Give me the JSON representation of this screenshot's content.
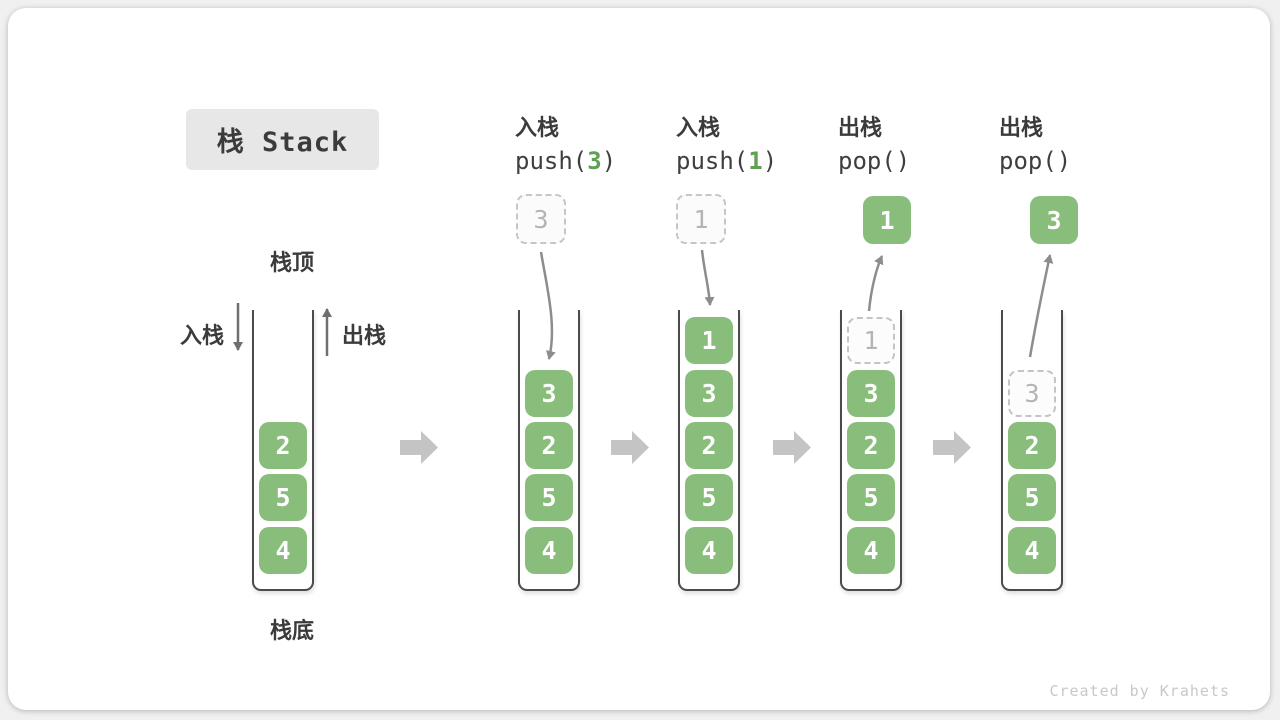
{
  "title": {
    "label": "栈 Stack"
  },
  "side_labels": {
    "stack_top": "栈顶",
    "stack_bottom": "栈底",
    "push_side": "入栈",
    "pop_side": "出栈"
  },
  "operations": [
    {
      "line1": "入栈",
      "code_pre": "push(",
      "code_value": "3",
      "code_post": ")"
    },
    {
      "line1": "入栈",
      "code_pre": "push(",
      "code_value": "1",
      "code_post": ")"
    },
    {
      "line1": "出栈",
      "code_pre": "pop(",
      "code_value": "",
      "code_post": ")"
    },
    {
      "line1": "出栈",
      "code_pre": "pop(",
      "code_value": "",
      "code_post": ")"
    }
  ],
  "stacks": [
    {
      "name": "state-initial",
      "cells": [
        {
          "value": "2",
          "style": "solid"
        },
        {
          "value": "5",
          "style": "solid"
        },
        {
          "value": "4",
          "style": "solid"
        }
      ]
    },
    {
      "name": "state-after-push-3",
      "float": {
        "value": "3",
        "style": "ghost"
      },
      "cells": [
        {
          "value": "3",
          "style": "solid"
        },
        {
          "value": "2",
          "style": "solid"
        },
        {
          "value": "5",
          "style": "solid"
        },
        {
          "value": "4",
          "style": "solid"
        }
      ]
    },
    {
      "name": "state-after-push-1",
      "float": {
        "value": "1",
        "style": "ghost"
      },
      "cells": [
        {
          "value": "1",
          "style": "solid"
        },
        {
          "value": "3",
          "style": "solid"
        },
        {
          "value": "2",
          "style": "solid"
        },
        {
          "value": "5",
          "style": "solid"
        },
        {
          "value": "4",
          "style": "solid"
        }
      ]
    },
    {
      "name": "state-after-pop-1",
      "float": {
        "value": "1",
        "style": "solid"
      },
      "cells": [
        {
          "value": "1",
          "style": "ghost"
        },
        {
          "value": "3",
          "style": "solid"
        },
        {
          "value": "2",
          "style": "solid"
        },
        {
          "value": "5",
          "style": "solid"
        },
        {
          "value": "4",
          "style": "solid"
        }
      ]
    },
    {
      "name": "state-after-pop-3",
      "float": {
        "value": "3",
        "style": "solid"
      },
      "cells": [
        {
          "value": "3",
          "style": "ghost"
        },
        {
          "value": "2",
          "style": "solid"
        },
        {
          "value": "5",
          "style": "solid"
        },
        {
          "value": "4",
          "style": "solid"
        }
      ]
    }
  ],
  "watermark": "Created by Krahets",
  "colors": {
    "box_green": "#89bd7c",
    "code_green": "#5fa052",
    "container_stroke": "#4b4b4b",
    "curve_arrow": "#8d8d8d",
    "side_arrow": "#6f6f6f",
    "block_arrow": "#c4c4c4",
    "ghost_border": "#c6c6c6",
    "ghost_text": "#b4b4b4",
    "label_text": "#3b3b3b",
    "title_bg": "#e7e7e7",
    "watermark_text": "#c8c8c8"
  }
}
